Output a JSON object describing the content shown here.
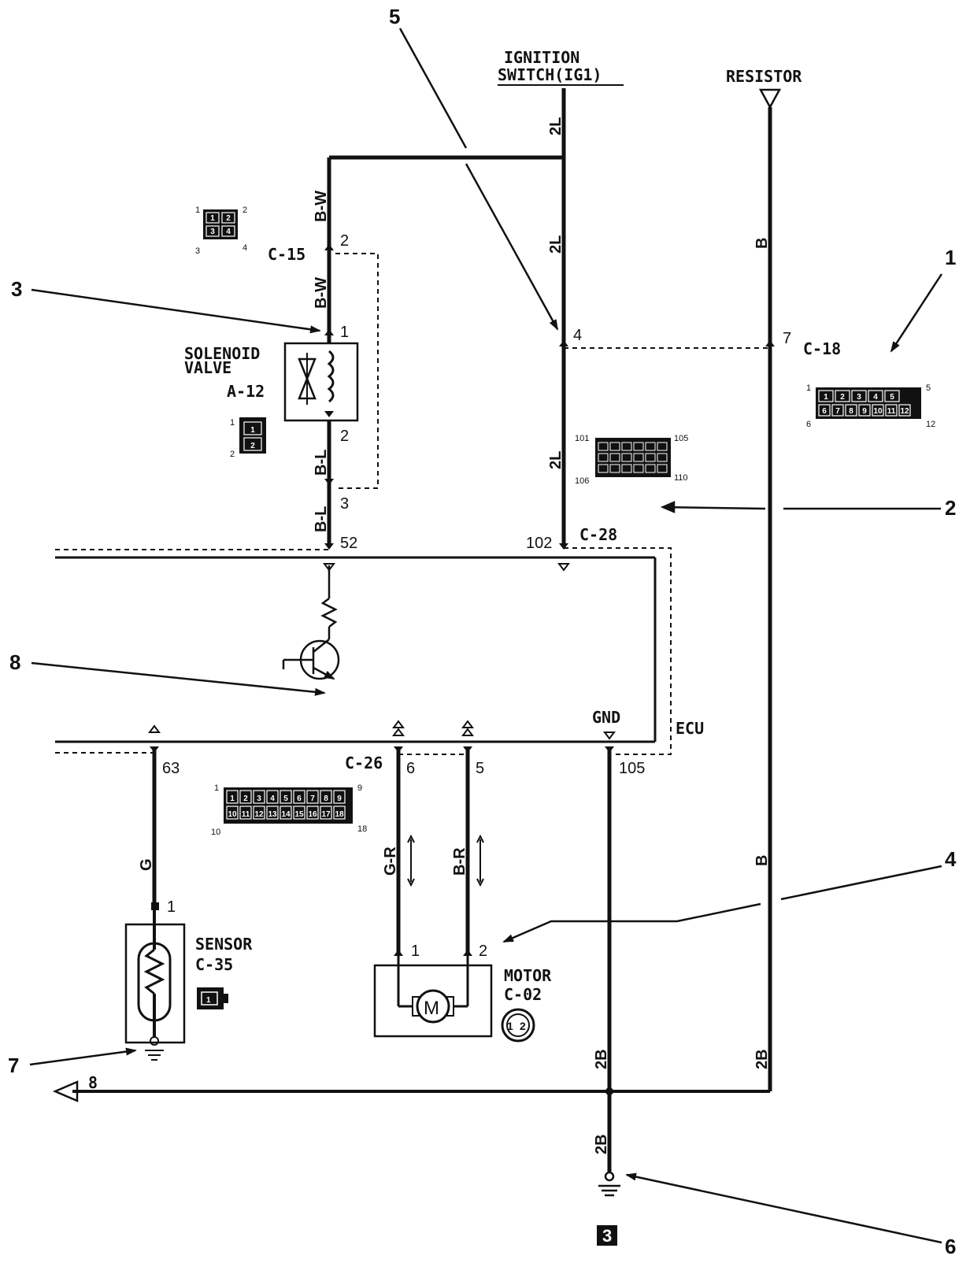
{
  "components": {
    "ignition_switch": "IGNITION\nSWITCH(IG1)",
    "resistor": "RESISTOR",
    "solenoid_valve": "SOLENOID\nVALVE",
    "solenoid_code": "A-12",
    "ecu": "ECU",
    "gnd": "GND",
    "sensor": "SENSOR",
    "sensor_code": "C-35",
    "motor": "MOTOR",
    "motor_code": "C-02",
    "ground_ref": "3"
  },
  "connectors": {
    "c15": "C-15",
    "c18": "C-18",
    "c28": "C-28",
    "c26": "C-26"
  },
  "wires": {
    "bw1": "B-W",
    "bw2": "B-W",
    "bl1": "B-L",
    "bl2": "B-L",
    "l2a": "2L",
    "l2b": "2L",
    "l2c": "2L",
    "b1": "B",
    "b2": "B",
    "gr": "G-R",
    "br": "B-R",
    "g": "G",
    "b2a": "2B",
    "b2b": "2B",
    "b2c": "2B"
  },
  "pins": {
    "c15_2": "2",
    "sol_1": "1",
    "sol_2": "2",
    "c15_3": "3",
    "ecu_52": "52",
    "ecu_102": "102",
    "c18_4": "4",
    "c18_7": "7",
    "ecu_63": "63",
    "c26_6": "6",
    "c26_5": "5",
    "ecu_105": "105",
    "sensor_1": "1",
    "motor_1": "1",
    "motor_2": "2",
    "ground_8": "8"
  },
  "callouts": [
    "1",
    "2",
    "3",
    "4",
    "5",
    "6",
    "7",
    "8"
  ],
  "connector_faces": {
    "c15_face": {
      "pins": [
        "1",
        "2",
        "3",
        "4"
      ],
      "cells": [
        "1",
        "2",
        "3",
        "4"
      ]
    },
    "a12_face": {
      "pins": [
        "1",
        "2"
      ],
      "cells": [
        "1",
        "2"
      ]
    },
    "c18_face": {
      "pins": [
        "1",
        "5",
        "6",
        "12"
      ],
      "cells": [
        "1",
        "2",
        "3",
        "4",
        "5",
        "6",
        "7",
        "8",
        "9",
        "10",
        "11",
        "12"
      ]
    },
    "c28_face": {
      "pins": [
        "101",
        "105",
        "106",
        "110"
      ]
    },
    "c26_face": {
      "pins": [
        "1",
        "9",
        "10",
        "18"
      ],
      "cells": [
        "1",
        "2",
        "3",
        "4",
        "5",
        "6",
        "7",
        "8",
        "9",
        "10",
        "11",
        "12",
        "13",
        "14",
        "15",
        "16",
        "17",
        "18"
      ]
    },
    "c35_face": {
      "cells": [
        "1"
      ]
    },
    "c02_face": {
      "cells": [
        "1",
        "2"
      ]
    }
  }
}
